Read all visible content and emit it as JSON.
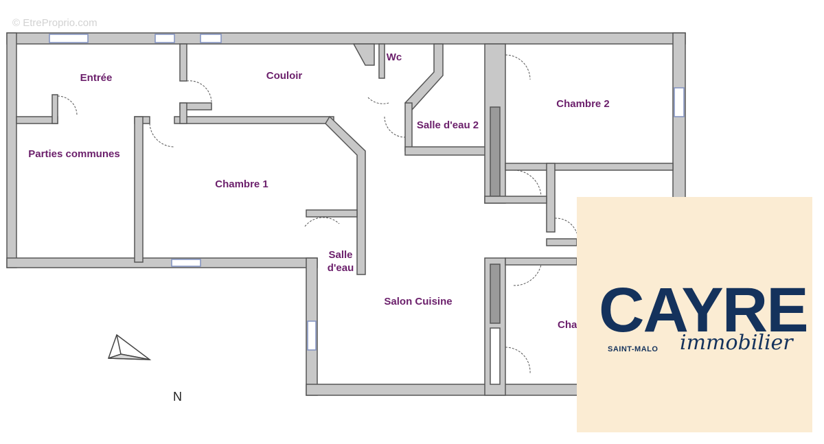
{
  "watermark": "© EtreProprio.com",
  "rooms": {
    "entree": "Entrée",
    "couloir": "Couloir",
    "wc": "Wc",
    "chambre2": "Chambre 2",
    "salle_eau2": "Salle d'eau 2",
    "parties_communes": "Parties communes",
    "chambre1": "Chambre 1",
    "salle_eau_line1": "Salle",
    "salle_eau_line2": "d'eau",
    "salon_cuisine": "Salon Cuisine",
    "chambre3_partial": "Cha"
  },
  "compass": {
    "label": "N"
  },
  "logo": {
    "name": "CAYRE",
    "city": "SAINT-MALO",
    "tagline": "immobilier",
    "text_color": "#14325c",
    "background": "#fbecd3"
  },
  "colors": {
    "wall_fill": "#c8c8c8",
    "wall_stroke": "#555555",
    "label": "#6b1f6b",
    "window": "#7f8fbf"
  }
}
